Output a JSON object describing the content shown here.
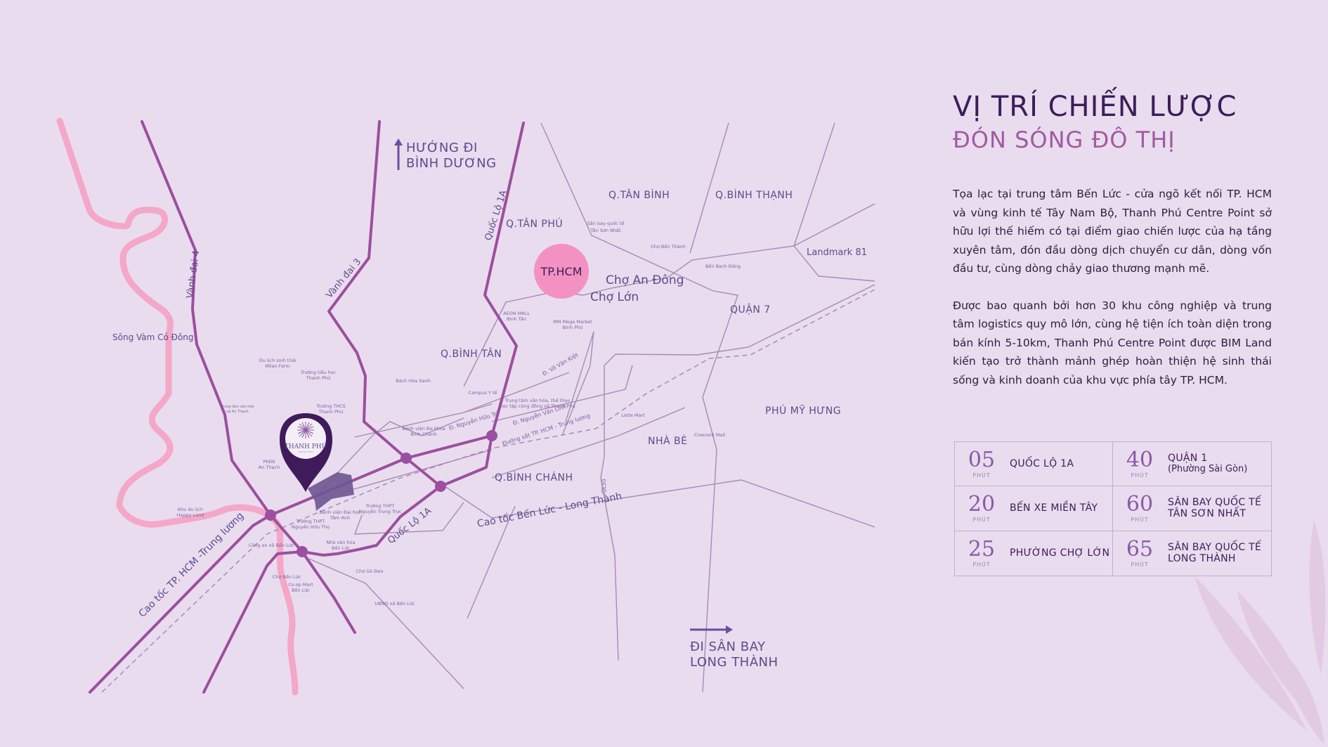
{
  "heading": {
    "title": "VỊ TRÍ CHIẾN LƯỢC",
    "subtitle": "ĐÓN SÓNG ĐÔ THỊ"
  },
  "paragraphs": [
    "Tọa lạc tại trung tâm Bến Lức - cửa ngõ kết nối TP. HCM và vùng kinh tế Tây Nam Bộ, Thanh Phú Centre Point sở hữu lợi thế hiếm có tại điểm giao chiến lược của hạ tầng xuyên tâm, đón đầu dòng dịch chuyển cư dân, dòng vốn đầu tư, cùng dòng chảy giao thương mạnh mẽ.",
    "Được bao quanh bởi hơn 30 khu công nghiệp và trung tâm logistics quy mô lớn, cùng hệ tiện ích toàn diện trong bán kính 5-10km, Thanh Phú Centre Point được BIM Land kiến tạo trở thành mảnh ghép hoàn thiện hệ sinh thái sống và kinh doanh của khu vực phía tây TP. HCM."
  ],
  "travel_times": [
    {
      "minutes": "05",
      "unit": "PHÚT",
      "destination": "QUỐC LỘ 1A",
      "destination_sub": ""
    },
    {
      "minutes": "40",
      "unit": "PHÚT",
      "destination": "QUẬN 1",
      "destination_sub": "(Phường Sài Gòn)"
    },
    {
      "minutes": "20",
      "unit": "PHÚT",
      "destination": "BẾN XE MIỀN TÂY",
      "destination_sub": ""
    },
    {
      "minutes": "60",
      "unit": "PHÚT",
      "destination": "SÂN BAY QUỐC TẾ",
      "destination_sub": "TÂN SƠN NHẤT"
    },
    {
      "minutes": "25",
      "unit": "PHÚT",
      "destination": "PHƯỜNG CHỢ LỚN",
      "destination_sub": ""
    },
    {
      "minutes": "65",
      "unit": "PHÚT",
      "destination": "SÂN BAY QUỐC TẾ",
      "destination_sub": "LONG THÀNH"
    }
  ],
  "map": {
    "colors": {
      "background": "#e9dcee",
      "major_road": "#9c4f9e",
      "minor_road": "#a68bb5",
      "river": "#f4a7c7",
      "hub": "#f392c2",
      "pin": "#3f1b5c",
      "project_area": "#6e5590",
      "arrow": "#6c4d9e"
    },
    "hub_label": "TP.HCM",
    "pin_logo": "THANH PHÚ",
    "pin_logo_sub": "CENTRE POINT",
    "direction_north": [
      "HƯỚNG ĐI",
      "BÌNH DƯƠNG"
    ],
    "direction_east": [
      "ĐI SÂN BAY",
      "LONG THÀNH"
    ],
    "districts": [
      "Q.TÂN BÌNH",
      "Q.BÌNH THẠNH",
      "Q.TÂN PHÚ",
      "QUẬN 7",
      "Q.BÌNH TÂN",
      "PHÚ MỸ HƯNG",
      "NHÀ BÈ",
      "Q.BÌNH CHÁNH"
    ],
    "landmarks_medium": [
      "Landmark 81",
      "Chợ An Đông",
      "Chợ Lớn",
      "Sông Vàm Cỏ Đông"
    ],
    "roads": [
      "Vành đai 4",
      "Vành đai 3",
      "Quốc Lộ 1A",
      "Quốc Lộ 1A",
      "Cao tốc TP. HCM -Trung lương",
      "Cao tốc Bến Lức - Long Thành",
      "Đ. Nguyễn Hữu Trí",
      "Đ. Nguyễn Văn Linh",
      "Đường sắt TP. HCM - Trung lương",
      "Đ. Võ Văn Kiệt",
      "QL50"
    ],
    "pois": [
      "Sân bay quốc tế|Tân Sơn Nhất",
      "Chợ Bến Thành",
      "Bến Bạch Đằng",
      "AEON MALL|Bình Tân",
      "MM Mega Market|Bình Phú",
      "Bách Hóa Xanh",
      "Campus Y tế",
      "Trung tâm văn hóa, thể thao|học tập cộng đồng xã Thanh Phú",
      "Bệnh viện Đa khoa|Bình Chánh",
      "Lotte Mart",
      "Crescent Mall",
      "Du lịch sinh thái|Milan Farm",
      "Trường tiểu học|Thanh Phú",
      "Trường THCS|Thanh Phú",
      "Trung tâm văn hóa|xã An Thạnh",
      "PKĐK|An Thạch",
      "Khu du lịch|Happy Land",
      "Bệnh viện Đại học|Tâm Anh",
      "Trường THPT|Nguyễn Trung Trực",
      "Trường THPT|Nguyễn Hữu Thọ",
      "Công an xã Bến Lức",
      "Nhà văn hóa|Bến Lức",
      "Chợ Gò Đen",
      "Chợ Bến Lức",
      "Co.op Mart|Bến Lức",
      "UBND xã Bến Lức"
    ]
  }
}
